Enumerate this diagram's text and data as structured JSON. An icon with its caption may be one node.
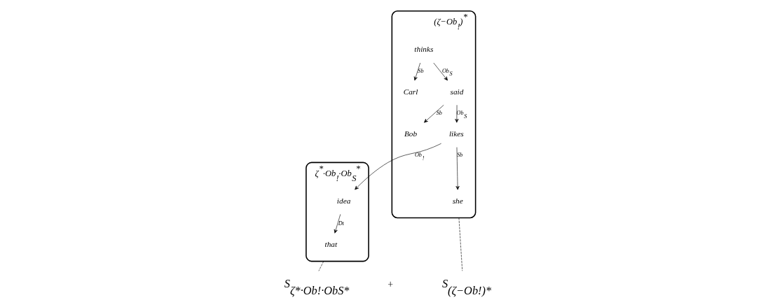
{
  "diagram": {
    "nodes": [
      {
        "text": [],
        "shape": "box",
        "beside": [
          "(ζ−Ob$_{!}$)$^{*}$"
        ]
      },
      {
        "text": [
          "thinks"
        ],
        "in": 0
      },
      {
        "text": [
          "Carl"
        ],
        "in": 0
      },
      {
        "text": [
          "said"
        ],
        "in": 0
      },
      {
        "text": [
          "Bob"
        ],
        "in": 0
      },
      {
        "text": [
          "likes"
        ],
        "in": 0
      },
      {
        "text": [
          "she"
        ],
        "in": 0
      },
      {
        "text": [],
        "shape": "box",
        "beside": [
          "ζ$^{*}$·Ob$_{!}$·Ob$_{S}$$^{*}$"
        ]
      },
      {
        "text": [
          "idea"
        ],
        "in": 7
      },
      {
        "text": [
          "that"
        ],
        "in": 7
      },
      {
        "text": [
          "S$_{ζ*·Ob!·ObS*}$"
        ]
      },
      {
        "text": [
          "S$_{(ζ−Ob!)*}$"
        ]
      }
    ],
    "edges": [
      {
        "from": 1,
        "to": 2,
        "arrow": "to",
        "label": "Sb"
      },
      {
        "from": 1,
        "to": 3,
        "arrow": "to",
        "label": "Ob$_{S}$"
      },
      {
        "from": 3,
        "to": 4,
        "arrow": "to",
        "label": "Sb"
      },
      {
        "from": 3,
        "to": 5,
        "arrow": "to",
        "label": "Ob$_{S}$"
      },
      {
        "from": 5,
        "to": 6,
        "arrow": "to",
        "label": "Sb"
      },
      {
        "from": 5,
        "to": 8,
        "arrow": "to",
        "label": "Ob$_{!}$"
      },
      {
        "from": 8,
        "to": 9,
        "arrow": "to",
        "label": "Dt"
      },
      {
        "from": 0,
        "to": 11,
        "arrow": "none",
        "style": "dashed"
      },
      {
        "from": 7,
        "to": 10,
        "arrow": "none",
        "style": "dashed"
      }
    ],
    "labels": [
      "+"
    ]
  }
}
